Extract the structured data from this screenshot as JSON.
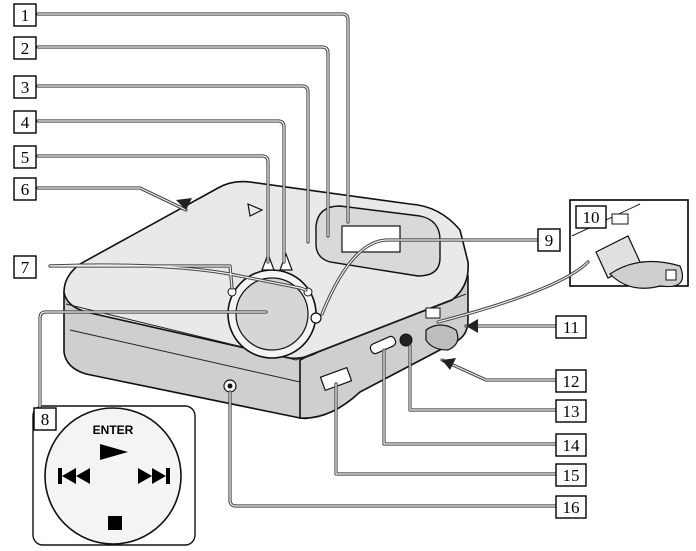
{
  "callouts": [
    {
      "id": 1,
      "label": "1"
    },
    {
      "id": 2,
      "label": "2"
    },
    {
      "id": 3,
      "label": "3"
    },
    {
      "id": 4,
      "label": "4"
    },
    {
      "id": 5,
      "label": "5"
    },
    {
      "id": 6,
      "label": "6"
    },
    {
      "id": 7,
      "label": "7"
    },
    {
      "id": 8,
      "label": "8"
    },
    {
      "id": 9,
      "label": "9"
    },
    {
      "id": 10,
      "label": "10"
    },
    {
      "id": 11,
      "label": "11"
    },
    {
      "id": 12,
      "label": "12"
    },
    {
      "id": 13,
      "label": "13"
    },
    {
      "id": 14,
      "label": "14"
    },
    {
      "id": 15,
      "label": "15"
    },
    {
      "id": 16,
      "label": "16"
    }
  ],
  "control_inset": {
    "enter_label": "ENTER",
    "icons": [
      "play-icon",
      "previous-track-icon",
      "next-track-icon",
      "stop-icon"
    ]
  }
}
